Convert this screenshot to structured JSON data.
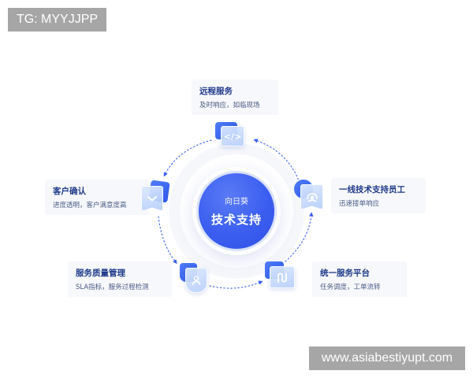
{
  "watermarks": {
    "top": "TG: MYYJJPP",
    "bottom": "www.asiabestiyupt.com"
  },
  "hub": {
    "subtitle": "向日葵",
    "title": "技术支持",
    "color": "#3b5ef0"
  },
  "steps": [
    {
      "id": "remote-service",
      "title": "远程服务",
      "desc": "及时响应，如临现场",
      "icon": "code-window-icon"
    },
    {
      "id": "frontline-staff",
      "title": "一线技术支持员工",
      "desc": "迅速接单响应",
      "icon": "headset-agent-icon"
    },
    {
      "id": "unified-platform",
      "title": "统一服务平台",
      "desc": "任务调度，工单流转",
      "icon": "workflow-icon"
    },
    {
      "id": "quality-management",
      "title": "服务质量管理",
      "desc": "SLA指标，服务过程检测",
      "icon": "shield-user-icon"
    },
    {
      "id": "customer-confirm",
      "title": "客户确认",
      "desc": "进度透明，客户满意度高",
      "icon": "check-badge-icon"
    }
  ],
  "colors": {
    "accent": "#3b5ef0",
    "title_text": "#1f3a8a",
    "desc_text": "#4a5b86",
    "card_bg": "#f7f8fb",
    "arrow": "#3b5ef0"
  }
}
